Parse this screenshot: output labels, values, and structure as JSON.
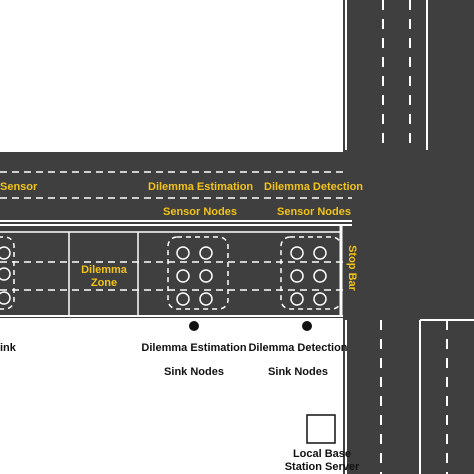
{
  "colors": {
    "road": "#3f3f3f",
    "lane_marking": "#ffffff",
    "label_yellow": "#f2c318",
    "text_black": "#111111"
  },
  "labels": {
    "sensor_cut": "Sensor",
    "dilemma_estimation_top": "Dilemma Estimation",
    "dilemma_detection_top": "Dilemma Detection",
    "sensor_nodes_1": "Sensor Nodes",
    "sensor_nodes_2": "Sensor Nodes",
    "dilemma_zone_line1": "Dilemma",
    "dilemma_zone_line2": "Zone",
    "stop_bar": "Stop Bar",
    "sink_cut": "ink",
    "dilemma_estimation_bottom": "Dilemma Estimation",
    "dilemma_detection_bottom": "Dilemma Detection",
    "sink_nodes_1": "Sink Nodes",
    "sink_nodes_2": "Sink Nodes",
    "server_line1": "Local Base",
    "server_line2": "Station Server"
  }
}
